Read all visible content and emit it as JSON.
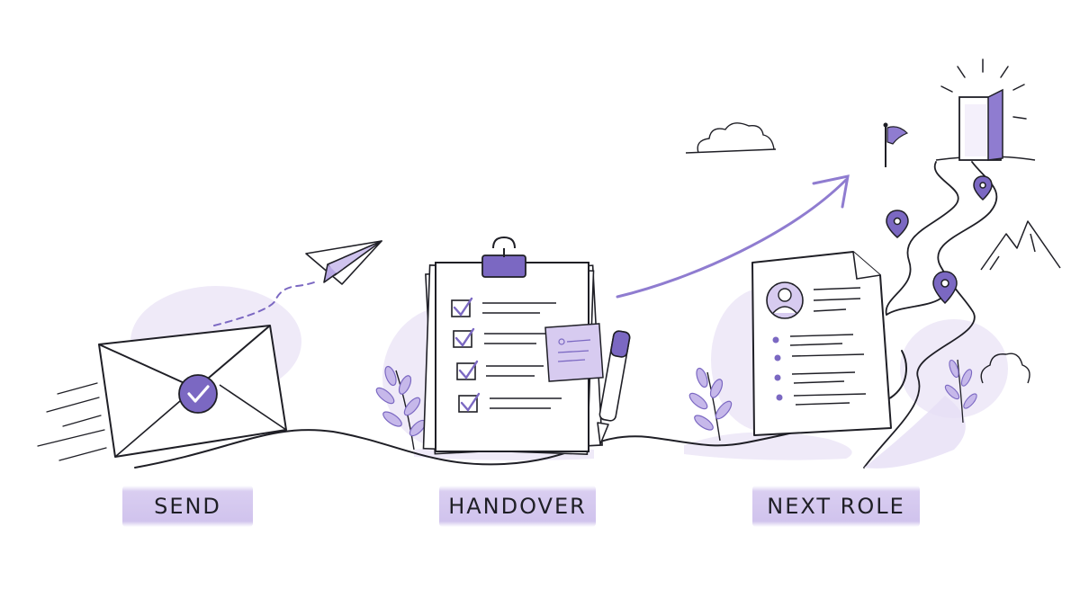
{
  "steps": [
    {
      "label": "SEND",
      "icon": "envelope-icon"
    },
    {
      "label": "HANDOVER",
      "icon": "clipboard-icon"
    },
    {
      "label": "NEXT ROLE",
      "icon": "resume-icon"
    }
  ],
  "colors": {
    "ink": "#1f1f26",
    "accent": "#7b68c2",
    "accent_light": "#d7cbf0",
    "wash": "#efeaf8"
  }
}
